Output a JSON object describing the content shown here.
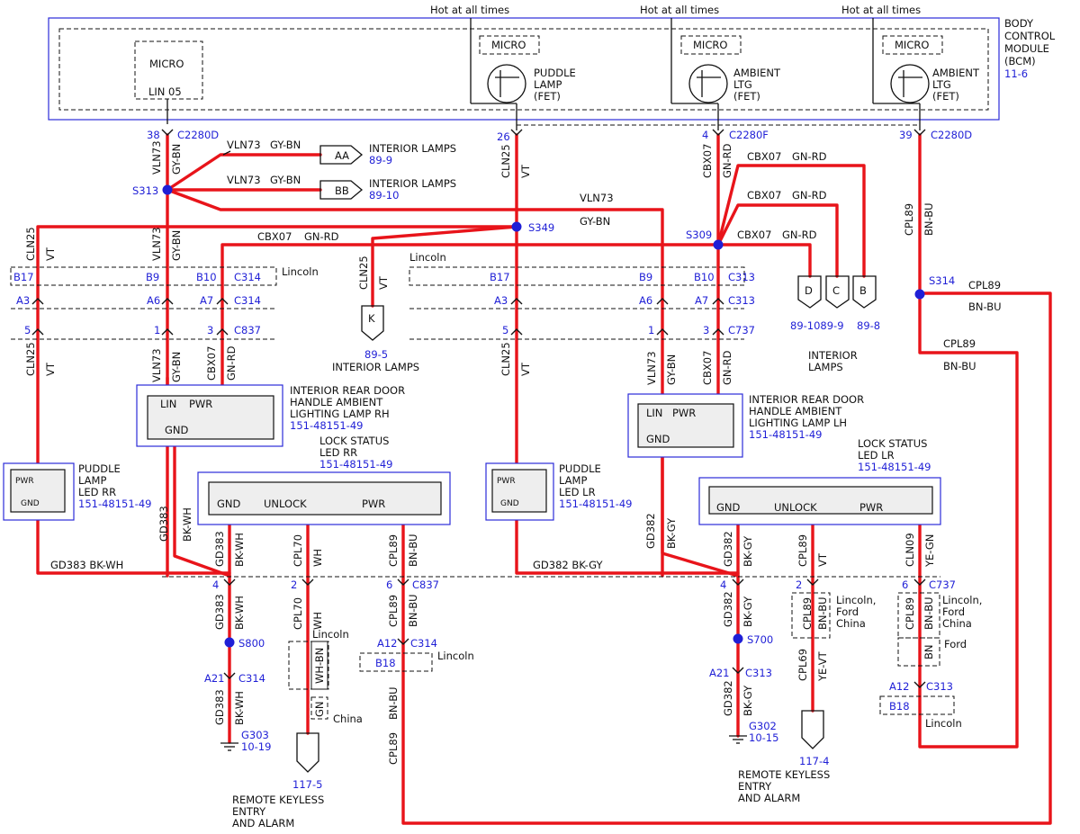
{
  "hot": "Hot at all times",
  "bcm": {
    "l1": "BODY",
    "l2": "CONTROL",
    "l3": "MODULE",
    "l4": "(BCM)",
    "ref": "11-6"
  },
  "micro": "MICRO",
  "lin05": "LIN 05",
  "fet1": {
    "l1": "PUDDLE",
    "l2": "LAMP",
    "l3": "(FET)"
  },
  "fet2": {
    "l1": "AMBIENT",
    "l2": "LTG",
    "l3": "(FET)"
  },
  "fet3": {
    "l1": "AMBIENT",
    "l2": "LTG",
    "l3": "(FET)"
  },
  "pins": {
    "p38": "38",
    "p26": "26",
    "p4": "4",
    "p39": "39"
  },
  "conn": {
    "c2280d": "C2280D",
    "c2280f": "C2280F",
    "c314": "C314",
    "c313": "C313",
    "c837": "C837",
    "c737": "C737"
  },
  "splices": {
    "s313": "S313",
    "s349": "S349",
    "s309": "S309",
    "s314": "S314",
    "s800": "S800",
    "s700": "S700"
  },
  "wires": {
    "vln73": "VLN73",
    "gybn": "GY-BN",
    "cln25": "CLN25",
    "vt": "VT",
    "cbx07": "CBX07",
    "gnrd": "GN-RD",
    "cpl89": "CPL89",
    "bnbu": "BN-BU",
    "gd383": "GD383",
    "bkwh": "BK-WH",
    "gd382": "GD382",
    "bkgy": "BK-GY",
    "cpl70": "CPL70",
    "wh": "WH",
    "cln09": "CLN09",
    "yegn": "YE-GN",
    "cpl69": "CPL69",
    "yevt": "YE-VT",
    "whbn": "WH-BN",
    "gn": "GN",
    "bn": "BN",
    "gd383_bkwh": "GD383 BK-WH",
    "gd382_bkgy": "GD382 BK-GY"
  },
  "tags": {
    "aa": "AA",
    "bb": "BB",
    "k": "K",
    "d": "D",
    "c": "C",
    "b": "B"
  },
  "interior": "INTERIOR LAMPS",
  "interior_l1": "INTERIOR",
  "interior_l2": "LAMPS",
  "refs": {
    "r899": "89-9",
    "r8910": "89-10",
    "r895": "89-5",
    "r8910899": "89-1089-9",
    "r898": "89-8",
    "r1175": "117-5",
    "r1174": "117-4",
    "r1019": "10-19",
    "r1015": "10-15",
    "r151": "151-48151-49"
  },
  "lincoln": "Lincoln",
  "china": "China",
  "ford": "Ford",
  "lincoln_ford_china": {
    "l1": "Lincoln,",
    "l2": "Ford",
    "l3": "China"
  },
  "cav": {
    "b17": "B17",
    "b9": "B9",
    "b10": "B10",
    "a3": "A3",
    "a6": "A6",
    "a7": "A7",
    "c5": "5",
    "c1": "1",
    "c3": "3",
    "c4": "4",
    "c2": "2",
    "c6": "6",
    "a12": "A12",
    "b18": "B18",
    "a21": "A21"
  },
  "grounds": {
    "g303": "G303",
    "g302": "G302"
  },
  "door_rh": {
    "l1": "INTERIOR REAR DOOR",
    "l2": "HANDLE AMBIENT",
    "l3": "LIGHTING LAMP RH"
  },
  "door_lh": {
    "l1": "INTERIOR REAR DOOR",
    "l2": "HANDLE AMBIENT",
    "l3": "LIGHTING LAMP LH"
  },
  "pin_lin": "LIN",
  "pin_pwr": "PWR",
  "pin_gnd": "GND",
  "pin_unlock": "UNLOCK",
  "puddle_rr": {
    "l1": "PUDDLE",
    "l2": "LAMP",
    "l3": "LED RR"
  },
  "puddle_lr": {
    "l1": "PUDDLE",
    "l2": "LAMP",
    "l3": "LED LR"
  },
  "lock_rr": {
    "l1": "LOCK STATUS",
    "l2": "LED RR"
  },
  "lock_lr": {
    "l1": "LOCK STATUS",
    "l2": "LED LR"
  },
  "rke": {
    "l1": "REMOTE KEYLESS",
    "l2": "ENTRY",
    "l3": "AND ALARM"
  },
  "colors": {
    "wire": "#e8141a",
    "module_border": "#2b2bd9",
    "reference": "#1f1fd6"
  }
}
